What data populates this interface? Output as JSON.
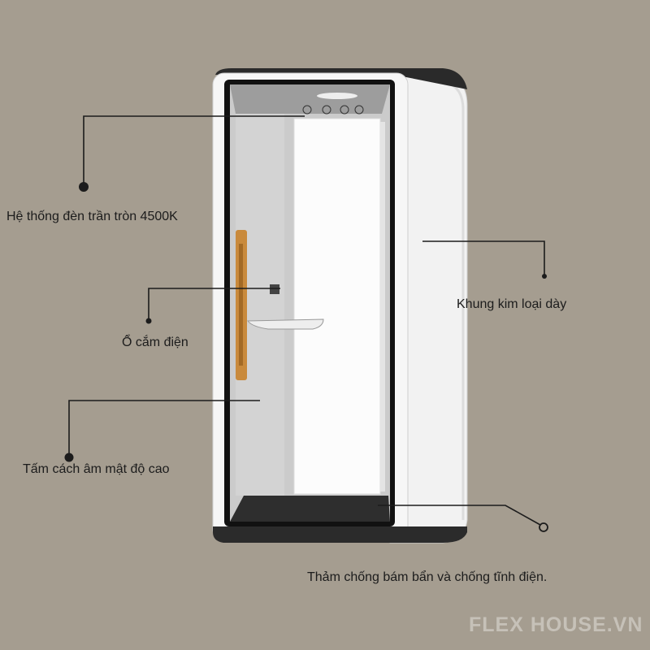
{
  "callouts": {
    "ceiling_light": "Hệ thống đèn trần tròn 4500K",
    "power_outlet": "Ổ cắm điện",
    "acoustic_panel": "Tấm cách âm mật độ cao",
    "metal_frame": "Khung kim loại dày",
    "carpet": "Thảm chống bám bẩn và chống tĩnh điện."
  },
  "watermark": "FLEX HOUSE.VN",
  "colors": {
    "background": "#a59d90",
    "line": "#1c1c1c",
    "shell": "#f4f4f4",
    "felt": "#c9c9c9",
    "handle": "#c98a3c"
  }
}
